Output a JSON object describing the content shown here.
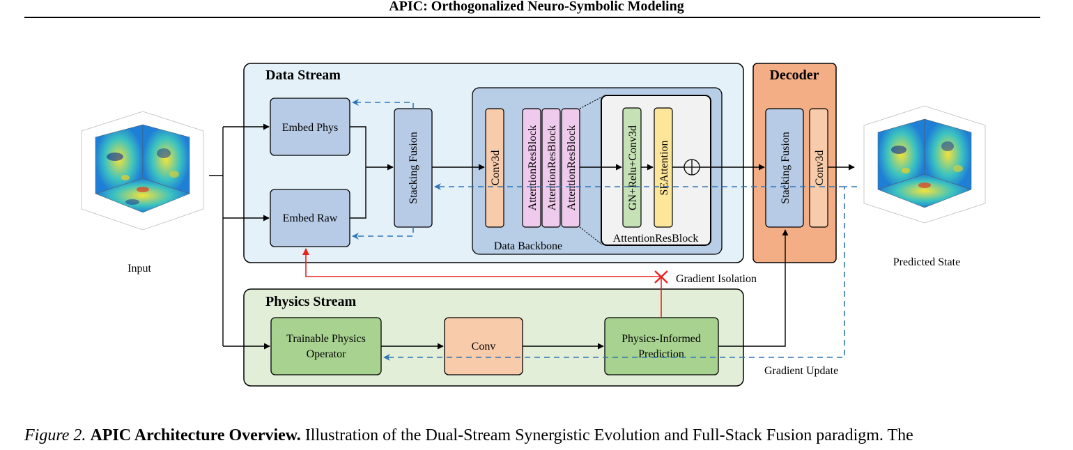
{
  "header": {
    "title": "APIC: Orthogonalized Neuro-Symbolic Modeling"
  },
  "data_stream": {
    "title": "Data Stream",
    "embed_phys": "Embed Phys",
    "embed_raw": "Embed Raw",
    "stacking_fusion": "Stacking Fusion",
    "backbone": {
      "label": "Data Backbone",
      "conv3d": "Conv3d",
      "blocks": [
        "AttentionResBlock",
        "AttentionResBlock",
        "AttentionResBlock"
      ]
    },
    "detail": {
      "label": "AttentionResBlock",
      "gn": "GN+Relu+Conv3d",
      "se": "SEAttention"
    }
  },
  "decoder": {
    "title": "Decoder",
    "stacking_fusion": "Stacking Fusion",
    "conv3d": "Conv3d"
  },
  "physics_stream": {
    "title": "Physics Stream",
    "operator": [
      "Trainable Physics",
      "Operator"
    ],
    "conv": "Conv",
    "prediction": [
      "Physics-Informed",
      "Prediction"
    ]
  },
  "labels": {
    "input": "Input",
    "predicted_state": "Predicted State",
    "gradient_isolation": "Gradient Isolation",
    "gradient_update": "Gradient Update"
  },
  "caption": {
    "figure": "Figure 2.",
    "title": "APIC Architecture Overview.",
    "text": "Illustration of the Dual-Stream Synergistic Evolution and Full-Stack Fusion paradigm. The"
  },
  "colors": {
    "data_stream_bg": "#e4f1f8",
    "physics_stream_bg": "#e2eed8",
    "decoder_bg": "#f4ae86",
    "module_blue": "#b7cbe6",
    "backbone_bg": "#b8cde6",
    "conv_orange": "#f8cbaa",
    "attention_pink": "#eecbec",
    "detail_bg": "#f2f2f2",
    "gn_green": "#c5e1b5",
    "se_yellow": "#fde59a",
    "physics_green": "#a8d290",
    "gradient_update_blue": "#2e75b6",
    "gradient_isolation_red": "#e8231f"
  }
}
